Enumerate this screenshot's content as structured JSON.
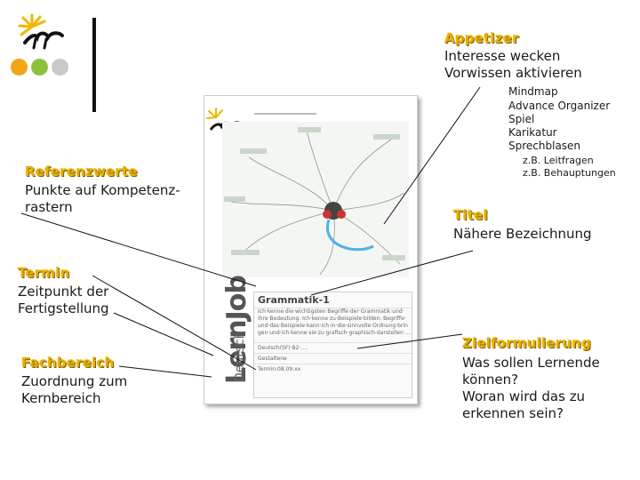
{
  "colors": {
    "heading": "#e8b000",
    "dot_orange": "#f2a417",
    "dot_green": "#8cc23a",
    "dot_grey": "#c9c9c9"
  },
  "labels": {
    "appetizer": {
      "title": "Appetizer",
      "lines": [
        "Interesse wecken",
        "Vorwissen aktivieren"
      ],
      "subitems": [
        "Mindmap",
        "Advance Organizer",
        "Spiel",
        "Karikatur",
        "Sprechblasen"
      ],
      "subsubitems": [
        "z.B. Leitfragen",
        "z.B. Behauptungen"
      ]
    },
    "referenzwerte": {
      "title": "Referenzwerte",
      "lines": [
        "Punkte auf Kompetenz-",
        "rastern"
      ]
    },
    "titel": {
      "title": "Titel",
      "lines": [
        "Nähere Bezeichnung"
      ]
    },
    "termin": {
      "title": "Termin",
      "lines": [
        "Zeitpunkt der",
        "Fertigstellung"
      ]
    },
    "fachbereich": {
      "title": "Fachbereich",
      "lines": [
        "Zuordnung zum",
        "Kernbereich"
      ]
    },
    "zielformulierung": {
      "title": "Zielformulierung",
      "lines": [
        "Was sollen Lernende",
        "können?",
        "Woran wird das zu",
        "erkennen sein?"
      ]
    }
  },
  "document": {
    "brand_vertical": "LernJob",
    "subject_vertical": "Deutsch",
    "box_title": "Grammatik-1",
    "box_lines": [
      "Ich·kenne·die·wichtigsten·Begriffe·der·Grammatik·und·",
      "ihre·Bedeutung.·Ich·kenne·zu·Beispiele·bilden,·Begriffe·",
      "und·das·Beispiele·kann·ich·in·die·sinnvolle·Ordnung·brin",
      "gen·und·ich·kenne·sie·zu·grafisch·graphisch·darstellen·..."
    ],
    "box_fields": [
      "Deutsch(SF)·B2·....",
      "Gestaltene",
      "Termin:08.09.xx"
    ]
  }
}
